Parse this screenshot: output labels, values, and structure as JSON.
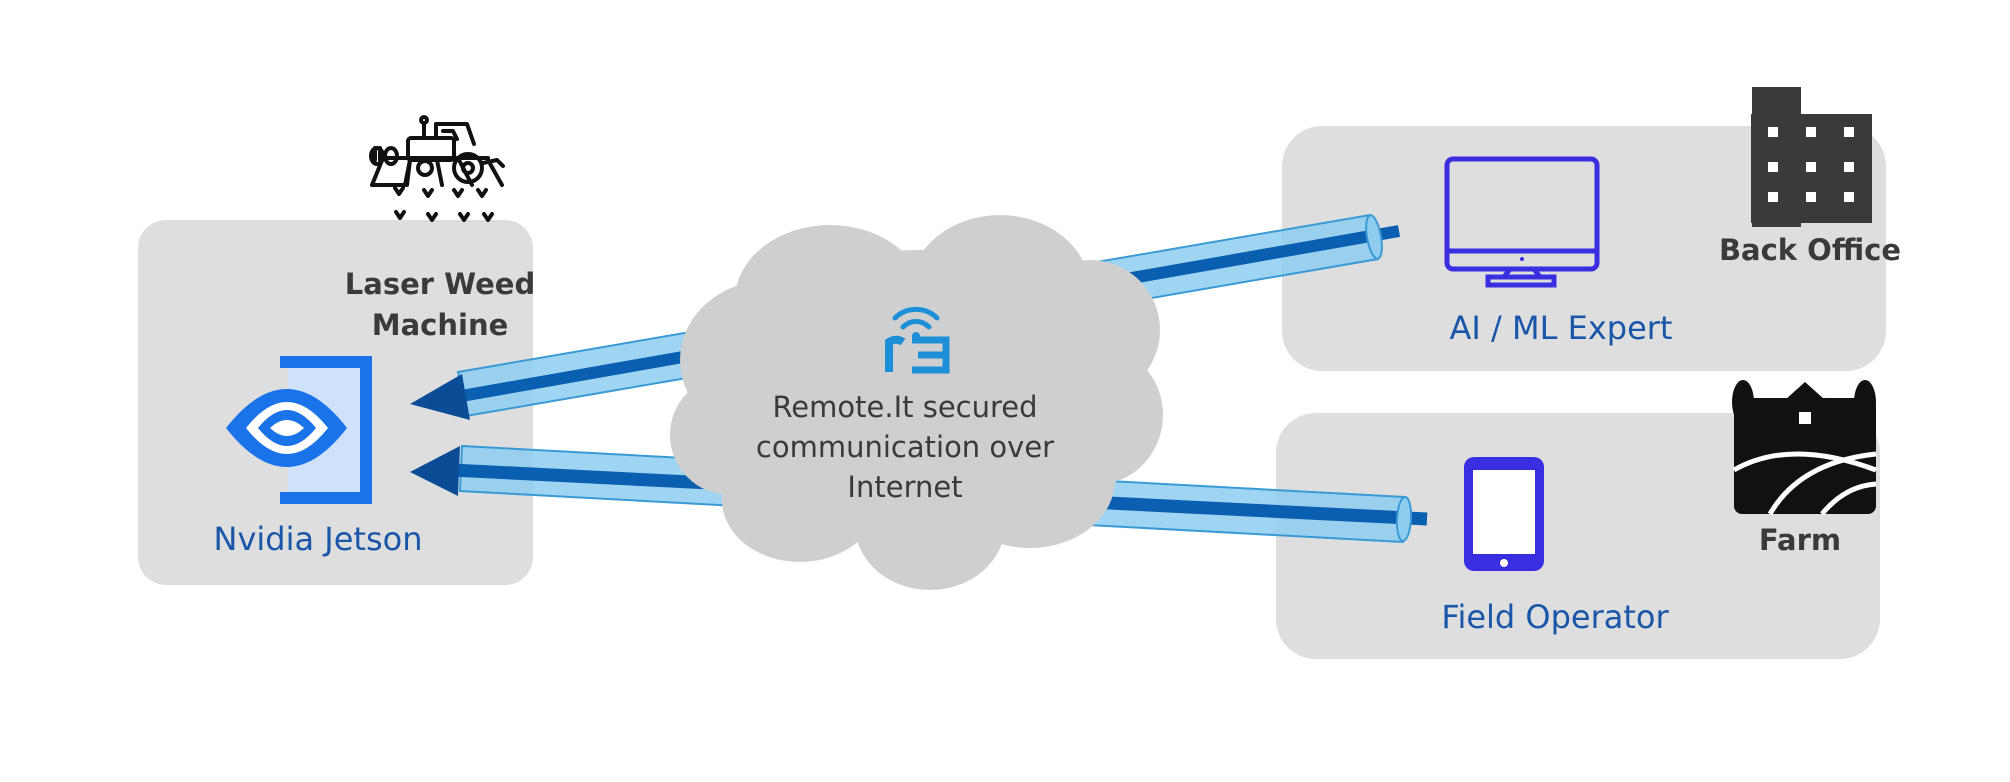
{
  "nodes": {
    "laser_weed_machine": {
      "line1": "Laser Weed",
      "line2": "Machine",
      "icon": "tractor-field-icon"
    },
    "nvidia_jetson": {
      "label": "Nvidia Jetson",
      "icon": "jetson-eye-icon"
    },
    "remote_it": {
      "line1": "Remote.It secured",
      "line2": "communication over",
      "line3": "Internet",
      "icon": "remoteit-logo-icon"
    },
    "ai_ml_expert": {
      "label": "AI / ML Expert",
      "icon": "monitor-icon"
    },
    "back_office": {
      "label": "Back Office",
      "icon": "office-building-icon"
    },
    "field_operator": {
      "label": "Field Operator",
      "icon": "tablet-icon"
    },
    "farm": {
      "label": "Farm",
      "icon": "farm-icon"
    }
  },
  "edges": [
    {
      "from": "ai_ml_expert",
      "to": "nvidia_jetson"
    },
    {
      "from": "field_operator",
      "to": "nvidia_jetson"
    }
  ],
  "colors": {
    "panel": "#dedede",
    "cloud": "#cfcfcf",
    "tunnel_fill": "#8ecdf0",
    "tunnel_core": "#0a5fb0",
    "arrow_head": "#0a4c96",
    "label_blue": "#1a56a8",
    "icon_indigo": "#3a2fe0",
    "jetson_blue": "#1a73e8",
    "remoteit_blue": "#1d8fd6"
  }
}
